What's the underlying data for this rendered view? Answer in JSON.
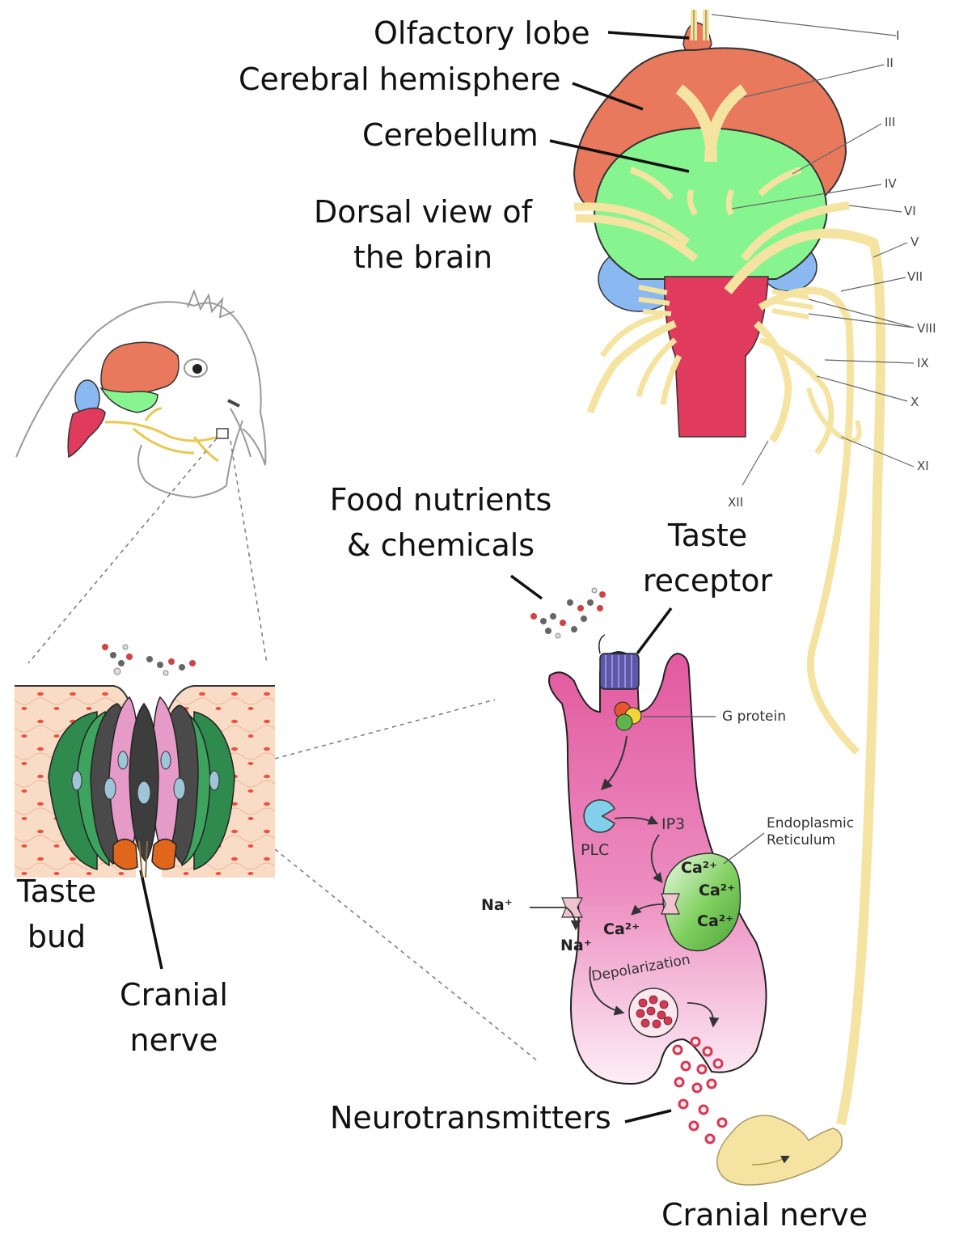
{
  "labels": {
    "olfactory_lobe": "Olfactory lobe",
    "cerebral_hemisphere": "Cerebral hemisphere",
    "cerebellum": "Cerebellum",
    "dorsal_view_line1": "Dorsal view of",
    "dorsal_view_line2": "the brain",
    "food_line1": "Food nutrients",
    "food_line2": "& chemicals",
    "taste_receptor_line1": "Taste",
    "taste_receptor_line2": "receptor",
    "taste_bud_line1": "Taste",
    "taste_bud_line2": "bud",
    "cranial_nerve_left_line1": "Cranial",
    "cranial_nerve_left_line2": "nerve",
    "neurotransmitters": "Neurotransmitters",
    "cranial_nerve_bottom": "Cranial nerve",
    "g_protein": "G protein",
    "er_line1": "Endoplasmic",
    "er_line2": "Reticulum",
    "plc": "PLC",
    "ip3": "IP3",
    "depolarization": "Depolarization",
    "na_outside": "Na⁺",
    "na_inside": "Na⁺",
    "ca_cytosol": "Ca²⁺",
    "ca_er_1": "Ca²⁺",
    "ca_er_2": "Ca²⁺",
    "ca_er_3": "Ca²⁺"
  },
  "cranial_nerves": [
    "I",
    "II",
    "III",
    "IV",
    "VI",
    "V",
    "VII",
    "VIII",
    "IX",
    "X",
    "XI",
    "XII"
  ],
  "colors": {
    "cerebrum": "#e8795d",
    "cerebellum": "#86f58f",
    "optic_lobe": "#8ab8f0",
    "brainstem": "#e03a5d",
    "nerve": "#f5e3a1",
    "taste_cell": "#e56fae",
    "er": "#5cb848",
    "plc": "#7fd0e8",
    "vesicle": "#d13a55"
  }
}
